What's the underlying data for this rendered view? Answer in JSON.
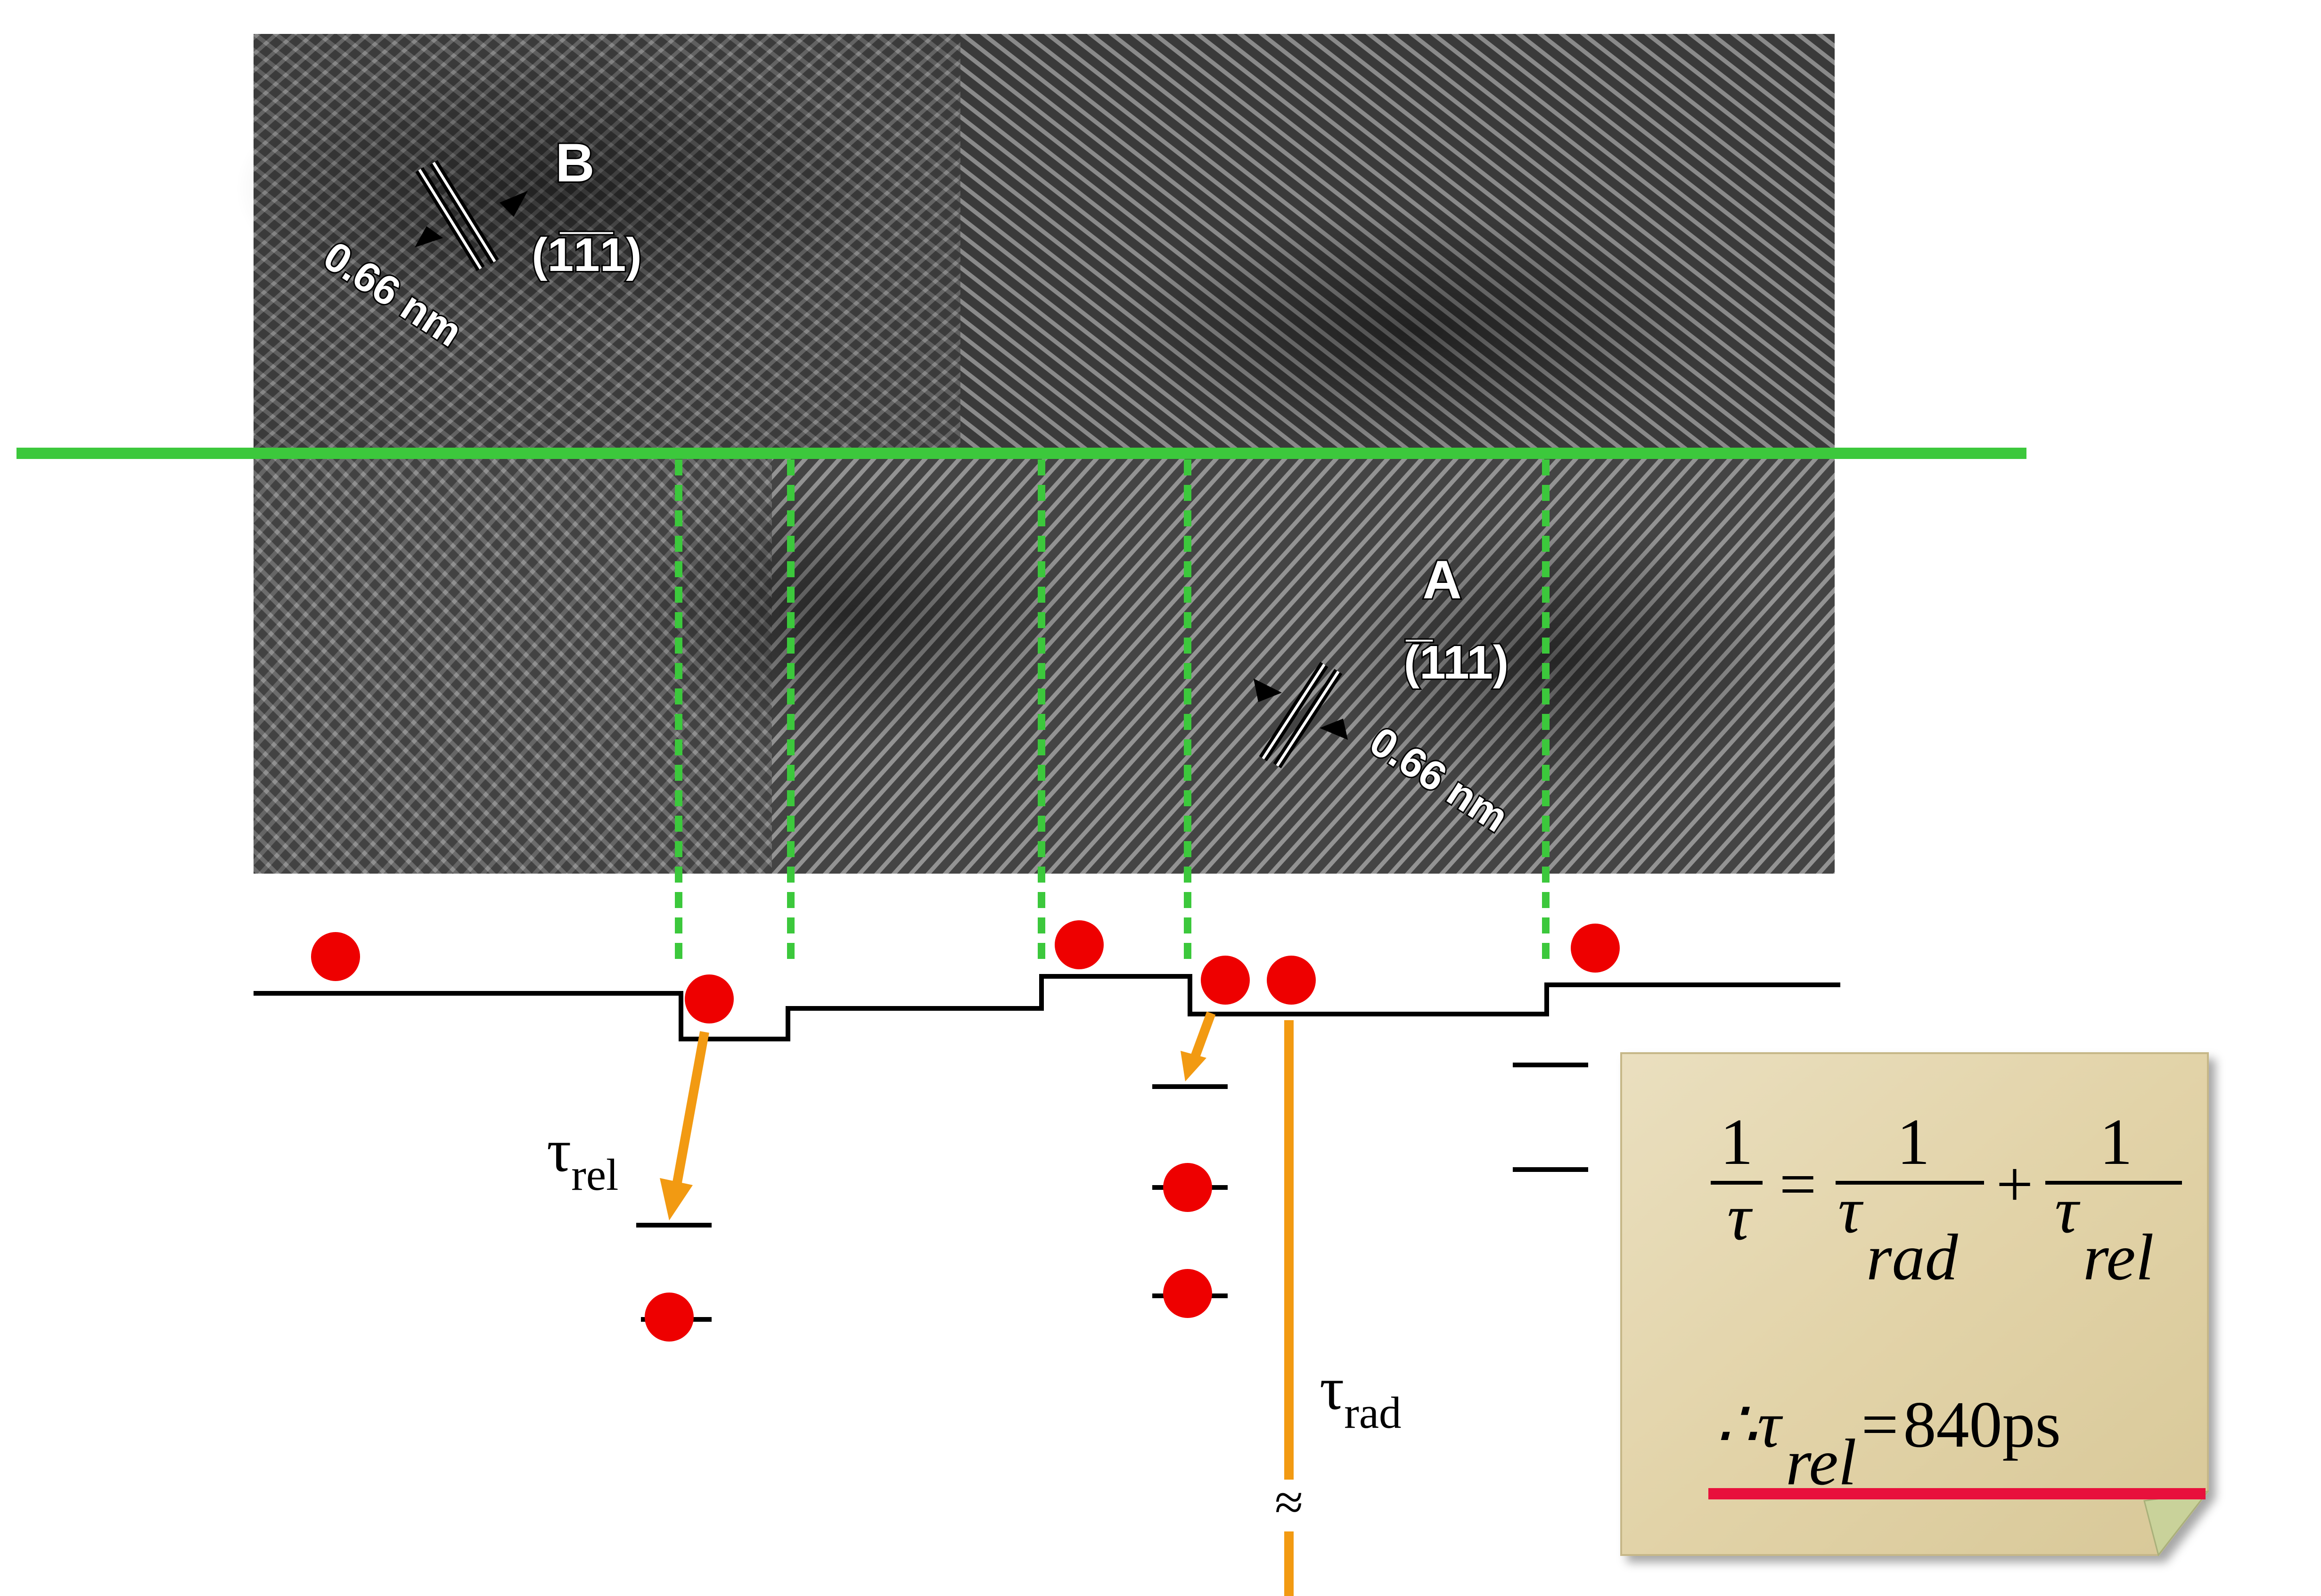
{
  "micrograph": {
    "label_b": "B",
    "miller_b": "(1̅1̅1)",
    "spacing_b": "0.66 nm",
    "label_a": "A",
    "miller_a": "(̅111)",
    "spacing_a": "0.66 nm"
  },
  "labels": {
    "tau_rel_symbol": "τ",
    "tau_rel_sub": "rel",
    "tau_rad_symbol": "τ",
    "tau_rad_sub": "rad",
    "break_mark": "≈"
  },
  "formula": {
    "lhs_num": "1",
    "lhs_den": "τ",
    "equals": "=",
    "t1_num": "1",
    "t1_den": "τ",
    "t1_sub": "rad",
    "plus": "+",
    "t2_num": "1",
    "t2_den": "τ",
    "t2_sub": "rel",
    "result_prefix": "∴τ",
    "result_sub": "rel",
    "result_eq": "=",
    "result_value": "840ps"
  },
  "colors": {
    "interface_line": "#3cc83c",
    "guide_dash": "#3cc83c",
    "electron": "#ee0000",
    "arrow": "#f29a12",
    "underline": "#e8103c",
    "note_bg": "#e6d8b0",
    "note_fold": "#c9d29a"
  }
}
